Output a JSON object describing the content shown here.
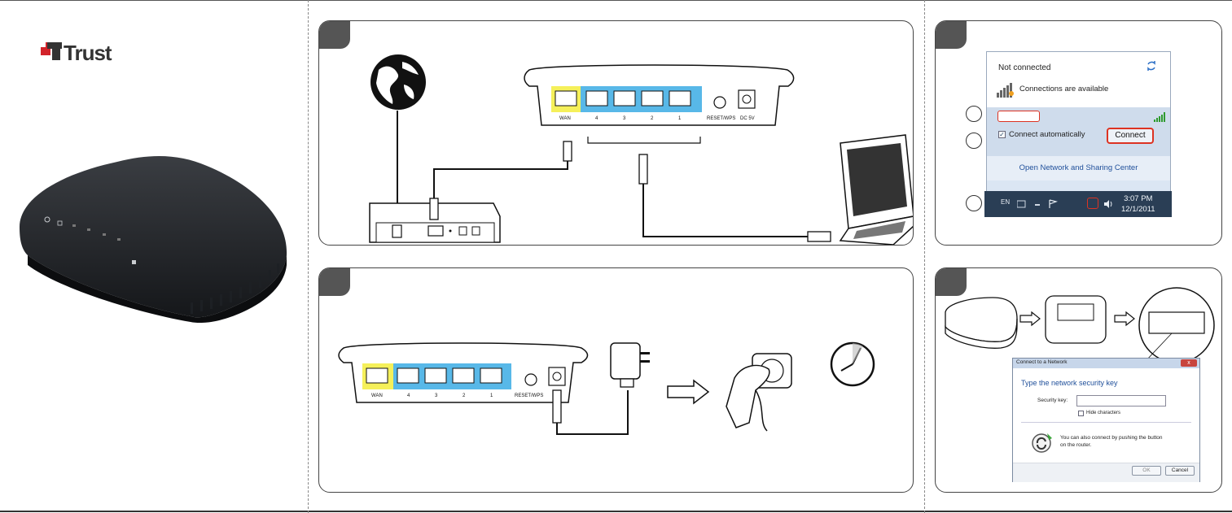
{
  "brand": {
    "name": "Trust"
  },
  "panel1": {
    "router_labels": {
      "wan": "WAN",
      "port4": "4",
      "port3": "3",
      "port2": "2",
      "port1": "1",
      "reset": "RESET/WPS",
      "dc": "DC 5V"
    }
  },
  "panel2": {
    "router_labels": {
      "wan": "WAN",
      "port4": "4",
      "port3": "3",
      "port2": "2",
      "port1": "1",
      "reset": "RESET/WPS"
    }
  },
  "panel3": {
    "popup": {
      "status": "Not connected",
      "available": "Connections are available",
      "auto_connect": "Connect automatically",
      "connect_button": "Connect",
      "open_center": "Open Network and Sharing Center"
    },
    "taskbar": {
      "language": "EN",
      "time": "3:07 PM",
      "date": "12/1/2011"
    }
  },
  "panel4": {
    "dialog": {
      "title": "Connect to a Network",
      "close": "x",
      "heading": "Type the network security key",
      "key_label": "Security key:",
      "hide_chars": "Hide characters",
      "wps_text": "You can also connect by pushing the button on the router.",
      "ok": "OK",
      "cancel": "Cancel"
    }
  },
  "colors": {
    "wan_port": "#f5f05a",
    "lan_ports": "#58b8e8",
    "panel_border": "#444444",
    "highlight": "#dd3322",
    "taskbar": "#2a3e55",
    "link_blue": "#1f4f9a"
  }
}
